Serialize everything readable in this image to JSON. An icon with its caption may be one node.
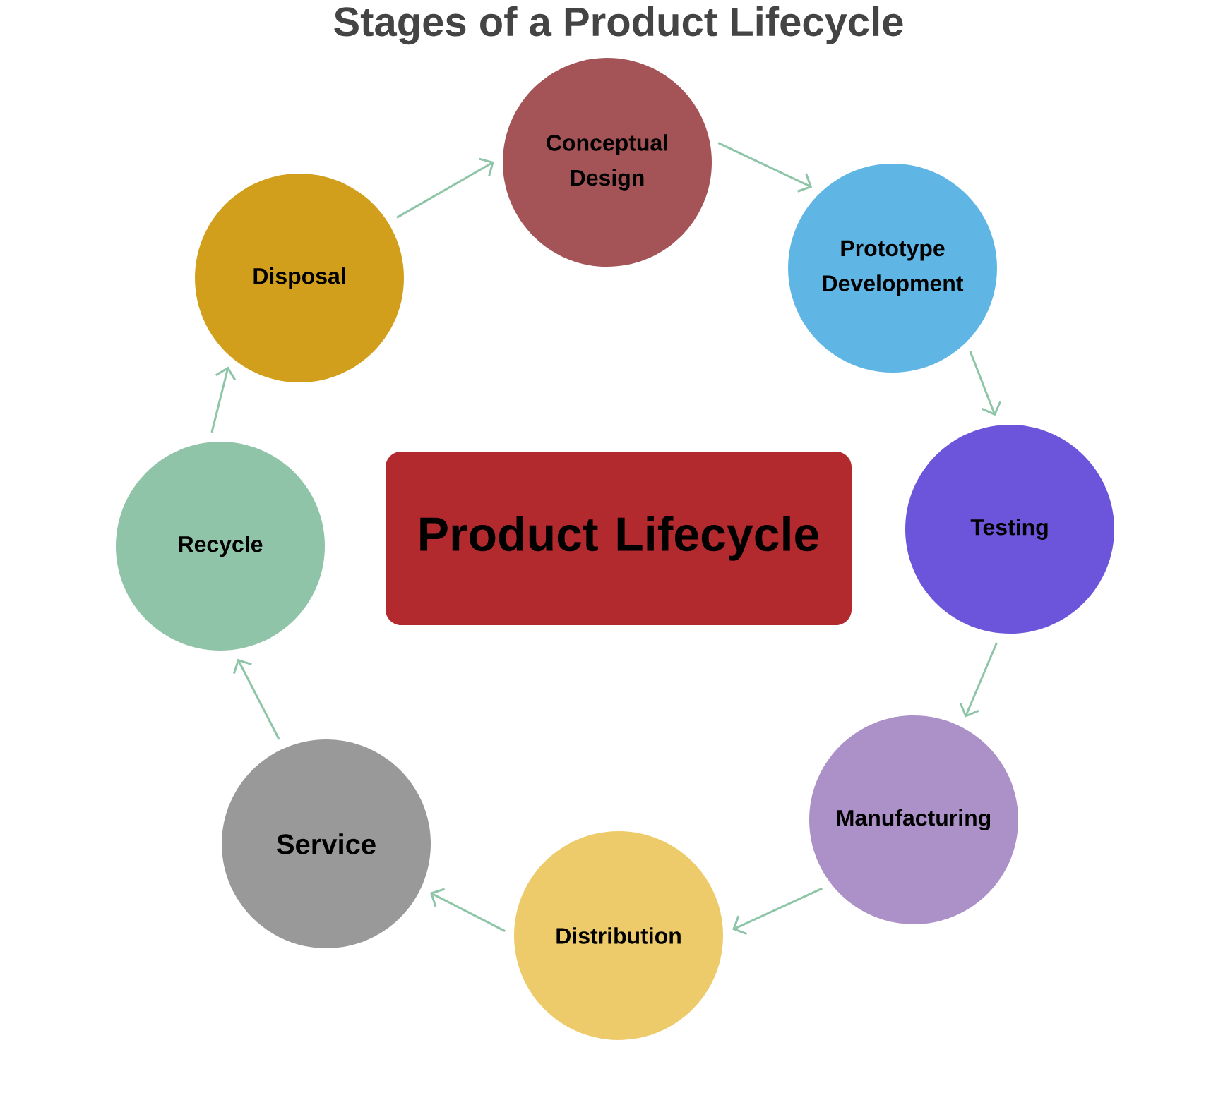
{
  "diagram": {
    "title": "Stages of a Product Lifecycle",
    "nodes": [
      {
        "text": [
          "Conceptual Design"
        ]
      },
      {
        "text": [
          "Prototype Development"
        ]
      },
      {
        "text": [
          "Testing"
        ]
      },
      {
        "text": [
          "Manufacturing"
        ]
      },
      {
        "text": [
          "Distribution"
        ]
      },
      {
        "text": [
          "Service"
        ]
      },
      {
        "text": [
          "Recycle"
        ]
      },
      {
        "text": [
          "Disposal"
        ]
      },
      {
        "text": [
          "Product Lifecycle"
        ]
      }
    ],
    "edges": [
      {
        "from": 0,
        "to": 1,
        "arrow": "to"
      },
      {
        "from": 1,
        "to": 2,
        "arrow": "to"
      },
      {
        "from": 2,
        "to": 3,
        "arrow": "to"
      },
      {
        "from": 3,
        "to": 4,
        "arrow": "to"
      },
      {
        "from": 4,
        "to": 5,
        "arrow": "to"
      },
      {
        "from": 5,
        "to": 6,
        "arrow": "to"
      },
      {
        "from": 6,
        "to": 7,
        "arrow": "to"
      },
      {
        "from": 7,
        "to": 0,
        "arrow": "to"
      }
    ]
  }
}
